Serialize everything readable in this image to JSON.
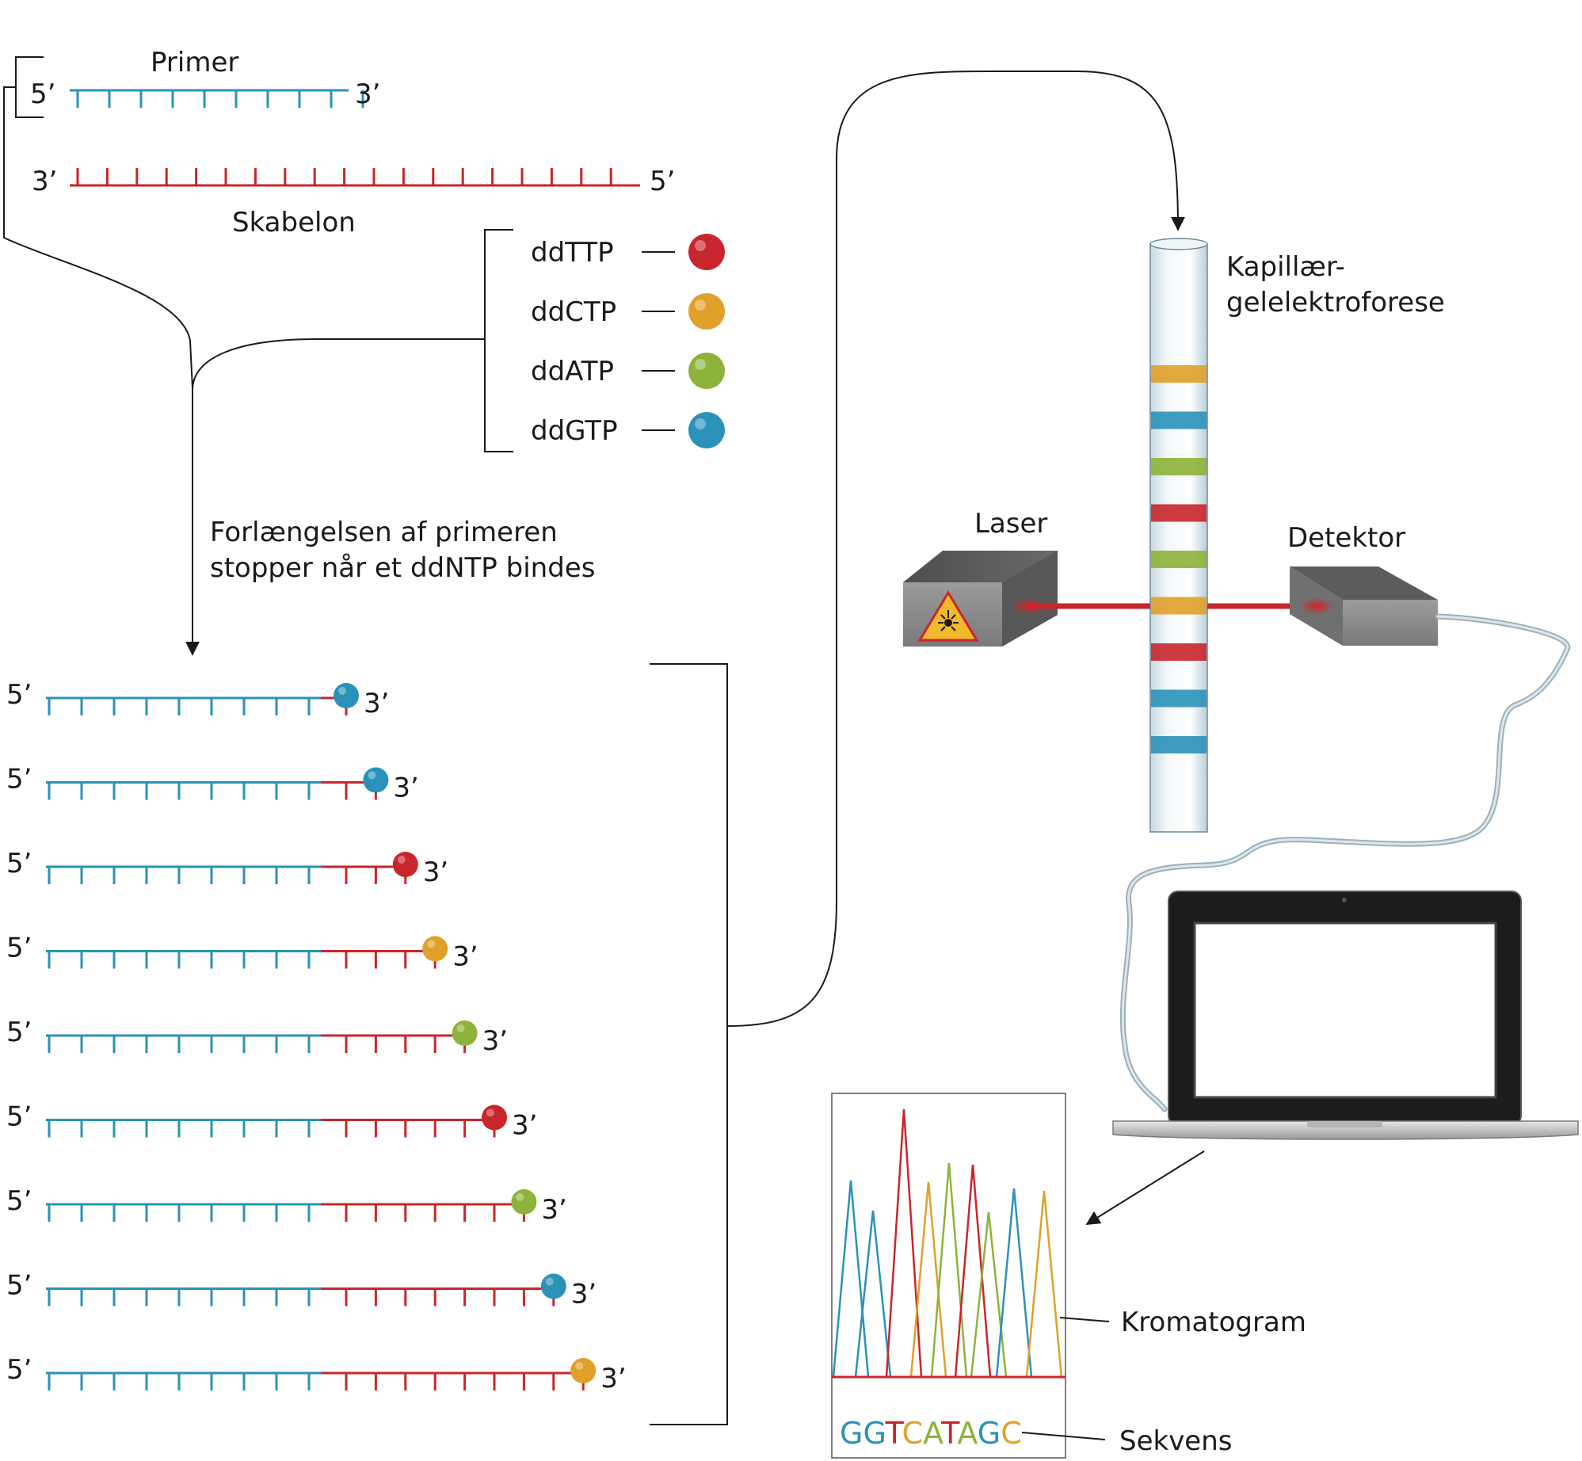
{
  "labels": {
    "primer": "Primer",
    "template": "Skabelon",
    "five_prime": "5’",
    "three_prime": "3’",
    "extension_line1": "Forlængelsen af primeren",
    "extension_line2": "stopper når et ddNTP bindes",
    "capillary_line1": "Kapillær-",
    "capillary_line2": "gelelektroforese",
    "laser": "Laser",
    "detector": "Detektor",
    "chromatogram": "Kromatogram",
    "sequence_label": "Sekvens"
  },
  "ddntps": [
    {
      "name": "ddTTP",
      "color": "#c8262c"
    },
    {
      "name": "ddCTP",
      "color": "#e0a02a"
    },
    {
      "name": "ddATP",
      "color": "#8db33a"
    },
    {
      "name": "ddGTP",
      "color": "#2a92b8"
    }
  ],
  "colors": {
    "primer_strand": "#2a92b8",
    "template_strand": "#c8262c",
    "T": "#c8262c",
    "C": "#e0a02a",
    "A": "#8db33a",
    "G": "#2a92b8"
  },
  "fragments": [
    {
      "terminal": "G",
      "extra_bases": 1
    },
    {
      "terminal": "G",
      "extra_bases": 2
    },
    {
      "terminal": "T",
      "extra_bases": 3
    },
    {
      "terminal": "C",
      "extra_bases": 4
    },
    {
      "terminal": "A",
      "extra_bases": 5
    },
    {
      "terminal": "T",
      "extra_bases": 6
    },
    {
      "terminal": "A",
      "extra_bases": 7
    },
    {
      "terminal": "G",
      "extra_bases": 8
    },
    {
      "terminal": "C",
      "extra_bases": 9
    }
  ],
  "capillary_bands": [
    "C",
    "G",
    "A",
    "T",
    "A",
    "C",
    "T",
    "G",
    "G"
  ],
  "sequence": [
    {
      "base": "G"
    },
    {
      "base": "G"
    },
    {
      "base": "T"
    },
    {
      "base": "C"
    },
    {
      "base": "A"
    },
    {
      "base": "T"
    },
    {
      "base": "A"
    },
    {
      "base": "G"
    },
    {
      "base": "C"
    }
  ]
}
